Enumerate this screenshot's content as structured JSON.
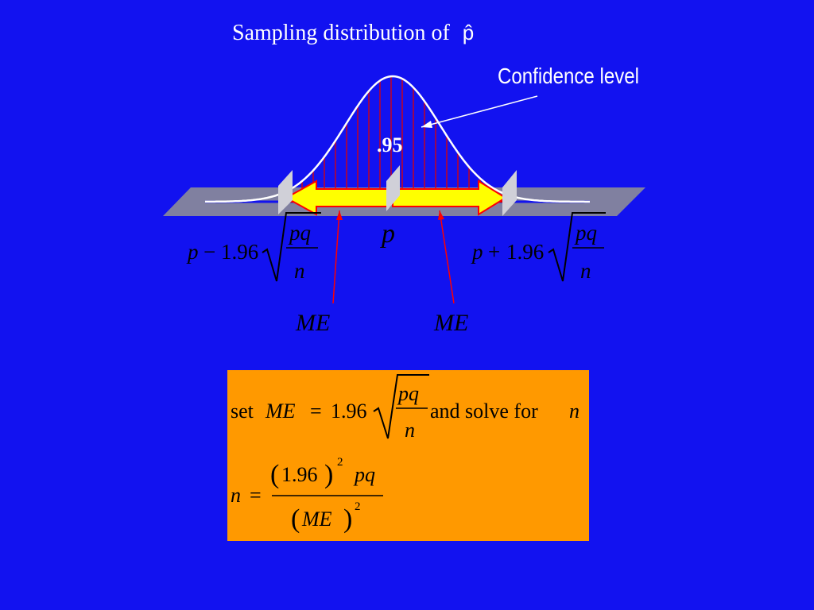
{
  "title": {
    "text": "Sampling distribution of",
    "symbol": "p̂"
  },
  "annotation": {
    "confidence_label": "Confidence level",
    "area_value": ".95"
  },
  "axis": {
    "center_label": "p"
  },
  "bounds": {
    "lower": {
      "p": "p",
      "op": "−",
      "z": "1.96",
      "num": "pq",
      "den": "n"
    },
    "upper": {
      "p": "p",
      "op": "+",
      "z": "1.96",
      "num": "pq",
      "den": "n"
    }
  },
  "me_labels": {
    "left": "ME",
    "right": "ME"
  },
  "formula_box": {
    "line1": {
      "set": "set",
      "me": "ME",
      "eq": "=",
      "z": "1.96",
      "num": "pq",
      "den": "n",
      "tail": "and solve for",
      "var": "n"
    },
    "line2": {
      "lhs": "n",
      "eq": "=",
      "num_z": "1.96",
      "num_exp": "2",
      "num_pq": "pq",
      "den_me": "ME",
      "den_exp": "2"
    }
  },
  "colors": {
    "background": "#1212f0",
    "curve": "#ffffff",
    "shade_lines": "#e00000",
    "arrow_fill": "#ffff00",
    "arrow_outline": "#ff0000",
    "plane": "#8080a0",
    "box": "#ff9900"
  }
}
